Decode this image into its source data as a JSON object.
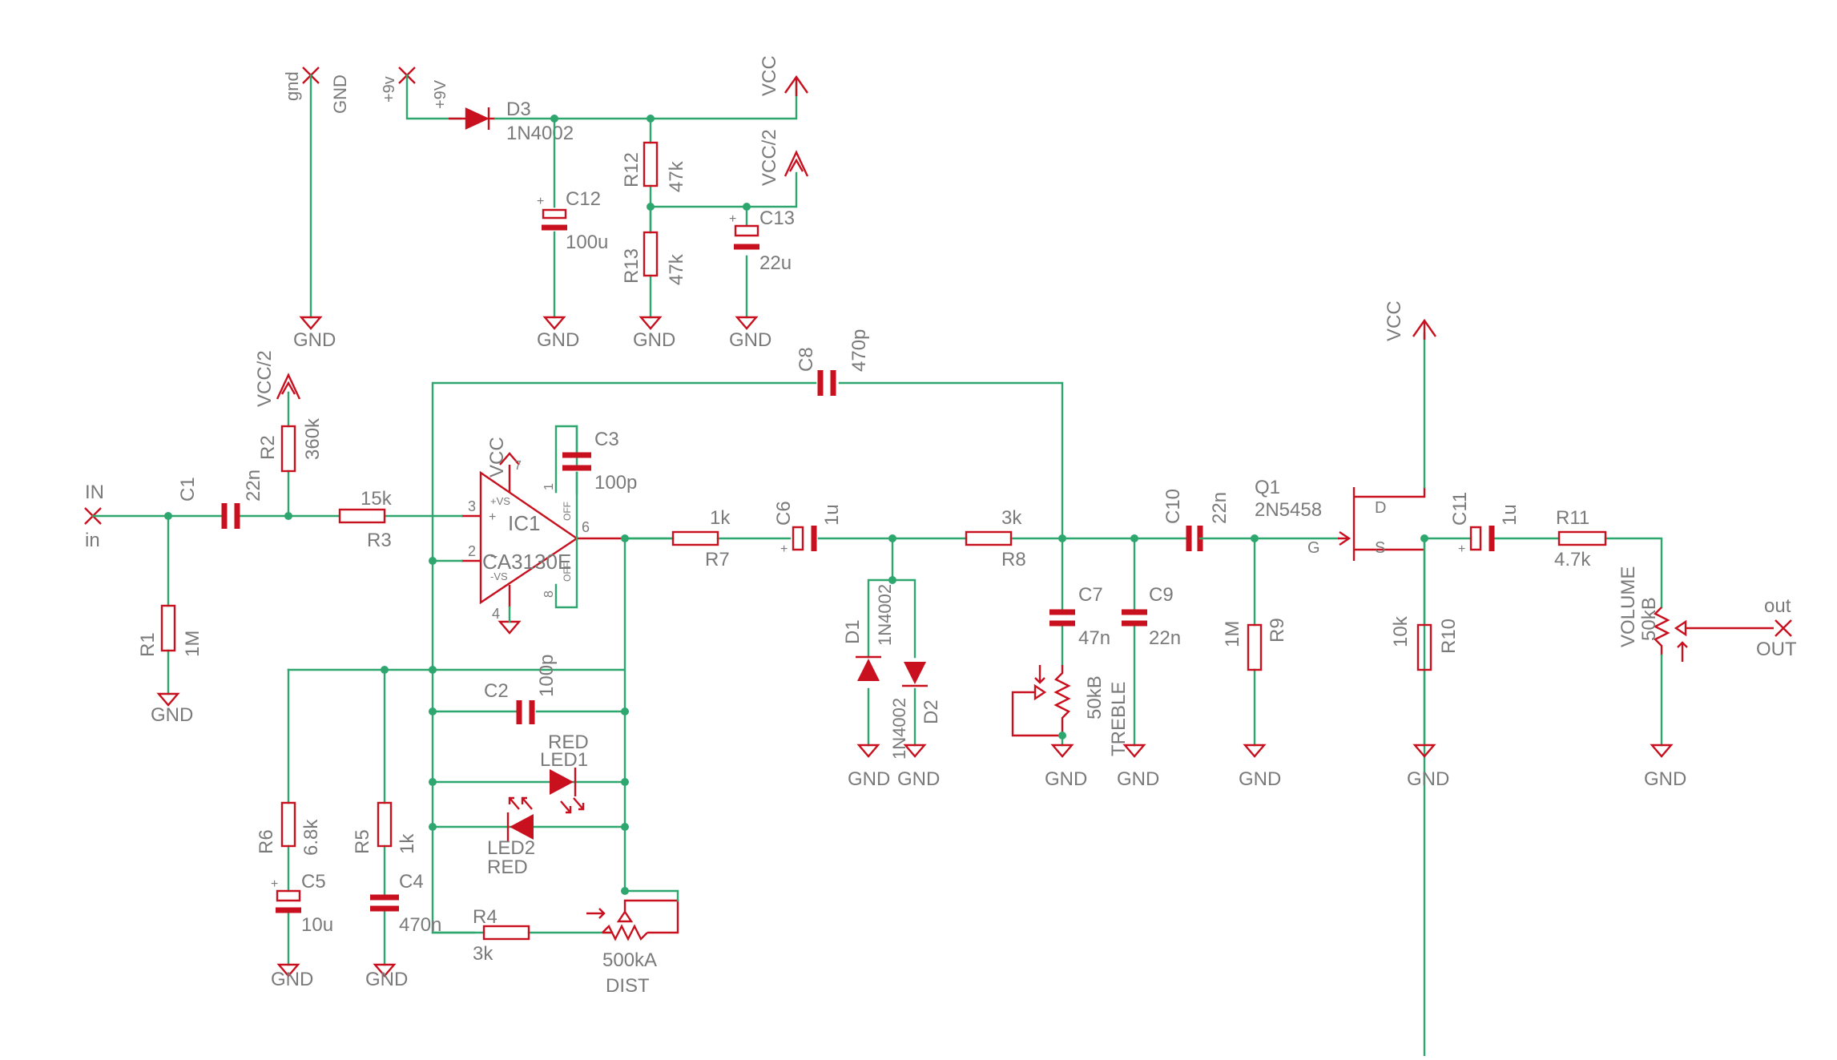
{
  "schematic": {
    "colors": {
      "wire": "#2ea76f",
      "part": "#c8101e",
      "text": "#7a7a7a",
      "background": "#ffffff"
    },
    "ports": {
      "gnd_label": "gnd",
      "gnd_net": "GND",
      "v9a": "+9v",
      "v9b": "+9V",
      "in_name": "IN",
      "in_label": "in",
      "out_name": "out",
      "out_label": "OUT"
    },
    "supplies": {
      "vcc": "VCC",
      "vcc2": "VCC/2",
      "gnd": "GND"
    },
    "icon": "cross-port-icon",
    "parts": {
      "d3": {
        "name": "D3",
        "value": "1N4002"
      },
      "c12": {
        "name": "C12",
        "value": "100u"
      },
      "r12": {
        "name": "R12",
        "value": "47k"
      },
      "r13": {
        "name": "R13",
        "value": "47k"
      },
      "c13": {
        "name": "C13",
        "value": "22u"
      },
      "r2": {
        "name": "R2",
        "value": "360k"
      },
      "c1": {
        "name": "C1",
        "value": "22n"
      },
      "r3": {
        "name": "R3",
        "value": "15k"
      },
      "r1": {
        "name": "R1",
        "value": "1M"
      },
      "ic1": {
        "name": "IC1",
        "value": "CA3130E",
        "pin_vsp": "+VS",
        "pin_vsn": "-VS",
        "pin_plus": "+",
        "pin_minus": "−",
        "off1": "OFF",
        "off2": "OFF",
        "p1": "1",
        "p2": "2",
        "p3": "3",
        "p4": "4",
        "p6": "6",
        "p7": "7",
        "p8": "8"
      },
      "c3": {
        "name": "C3",
        "value": "100p"
      },
      "c8": {
        "name": "C8",
        "value": "470p"
      },
      "r7": {
        "name": "R7",
        "value": "1k"
      },
      "c6": {
        "name": "C6",
        "value": "1u"
      },
      "r8": {
        "name": "R8",
        "value": "3k"
      },
      "d1": {
        "name": "D1",
        "value": "1N4002"
      },
      "d2": {
        "name": "D2",
        "value": "1N4002"
      },
      "c7": {
        "name": "C7",
        "value": "47n"
      },
      "treble": {
        "name": "TREBLE",
        "value": "50kB"
      },
      "c9": {
        "name": "C9",
        "value": "22n"
      },
      "c10": {
        "name": "C10",
        "value": "22n"
      },
      "q1": {
        "name": "Q1",
        "value": "2N5458",
        "g": "G",
        "d": "D",
        "s": "S"
      },
      "r9": {
        "name": "R9",
        "value": "1M"
      },
      "r10": {
        "name": "R10",
        "value": "10k"
      },
      "c11": {
        "name": "C11",
        "value": "1u"
      },
      "r11": {
        "name": "R11",
        "value": "4.7k"
      },
      "volume": {
        "name": "VOLUME",
        "value": "50kB"
      },
      "c2": {
        "name": "C2",
        "value": "100p"
      },
      "led1": {
        "name": "LED1",
        "value": "RED"
      },
      "led2": {
        "name": "LED2",
        "value": "RED"
      },
      "r6": {
        "name": "R6",
        "value": "6.8k"
      },
      "c5": {
        "name": "C5",
        "value": "10u"
      },
      "r5": {
        "name": "R5",
        "value": "1k"
      },
      "c4": {
        "name": "C4",
        "value": "470n"
      },
      "r4": {
        "name": "R4",
        "value": "3k"
      },
      "dist": {
        "name": "DIST",
        "value": "500kA"
      }
    }
  }
}
